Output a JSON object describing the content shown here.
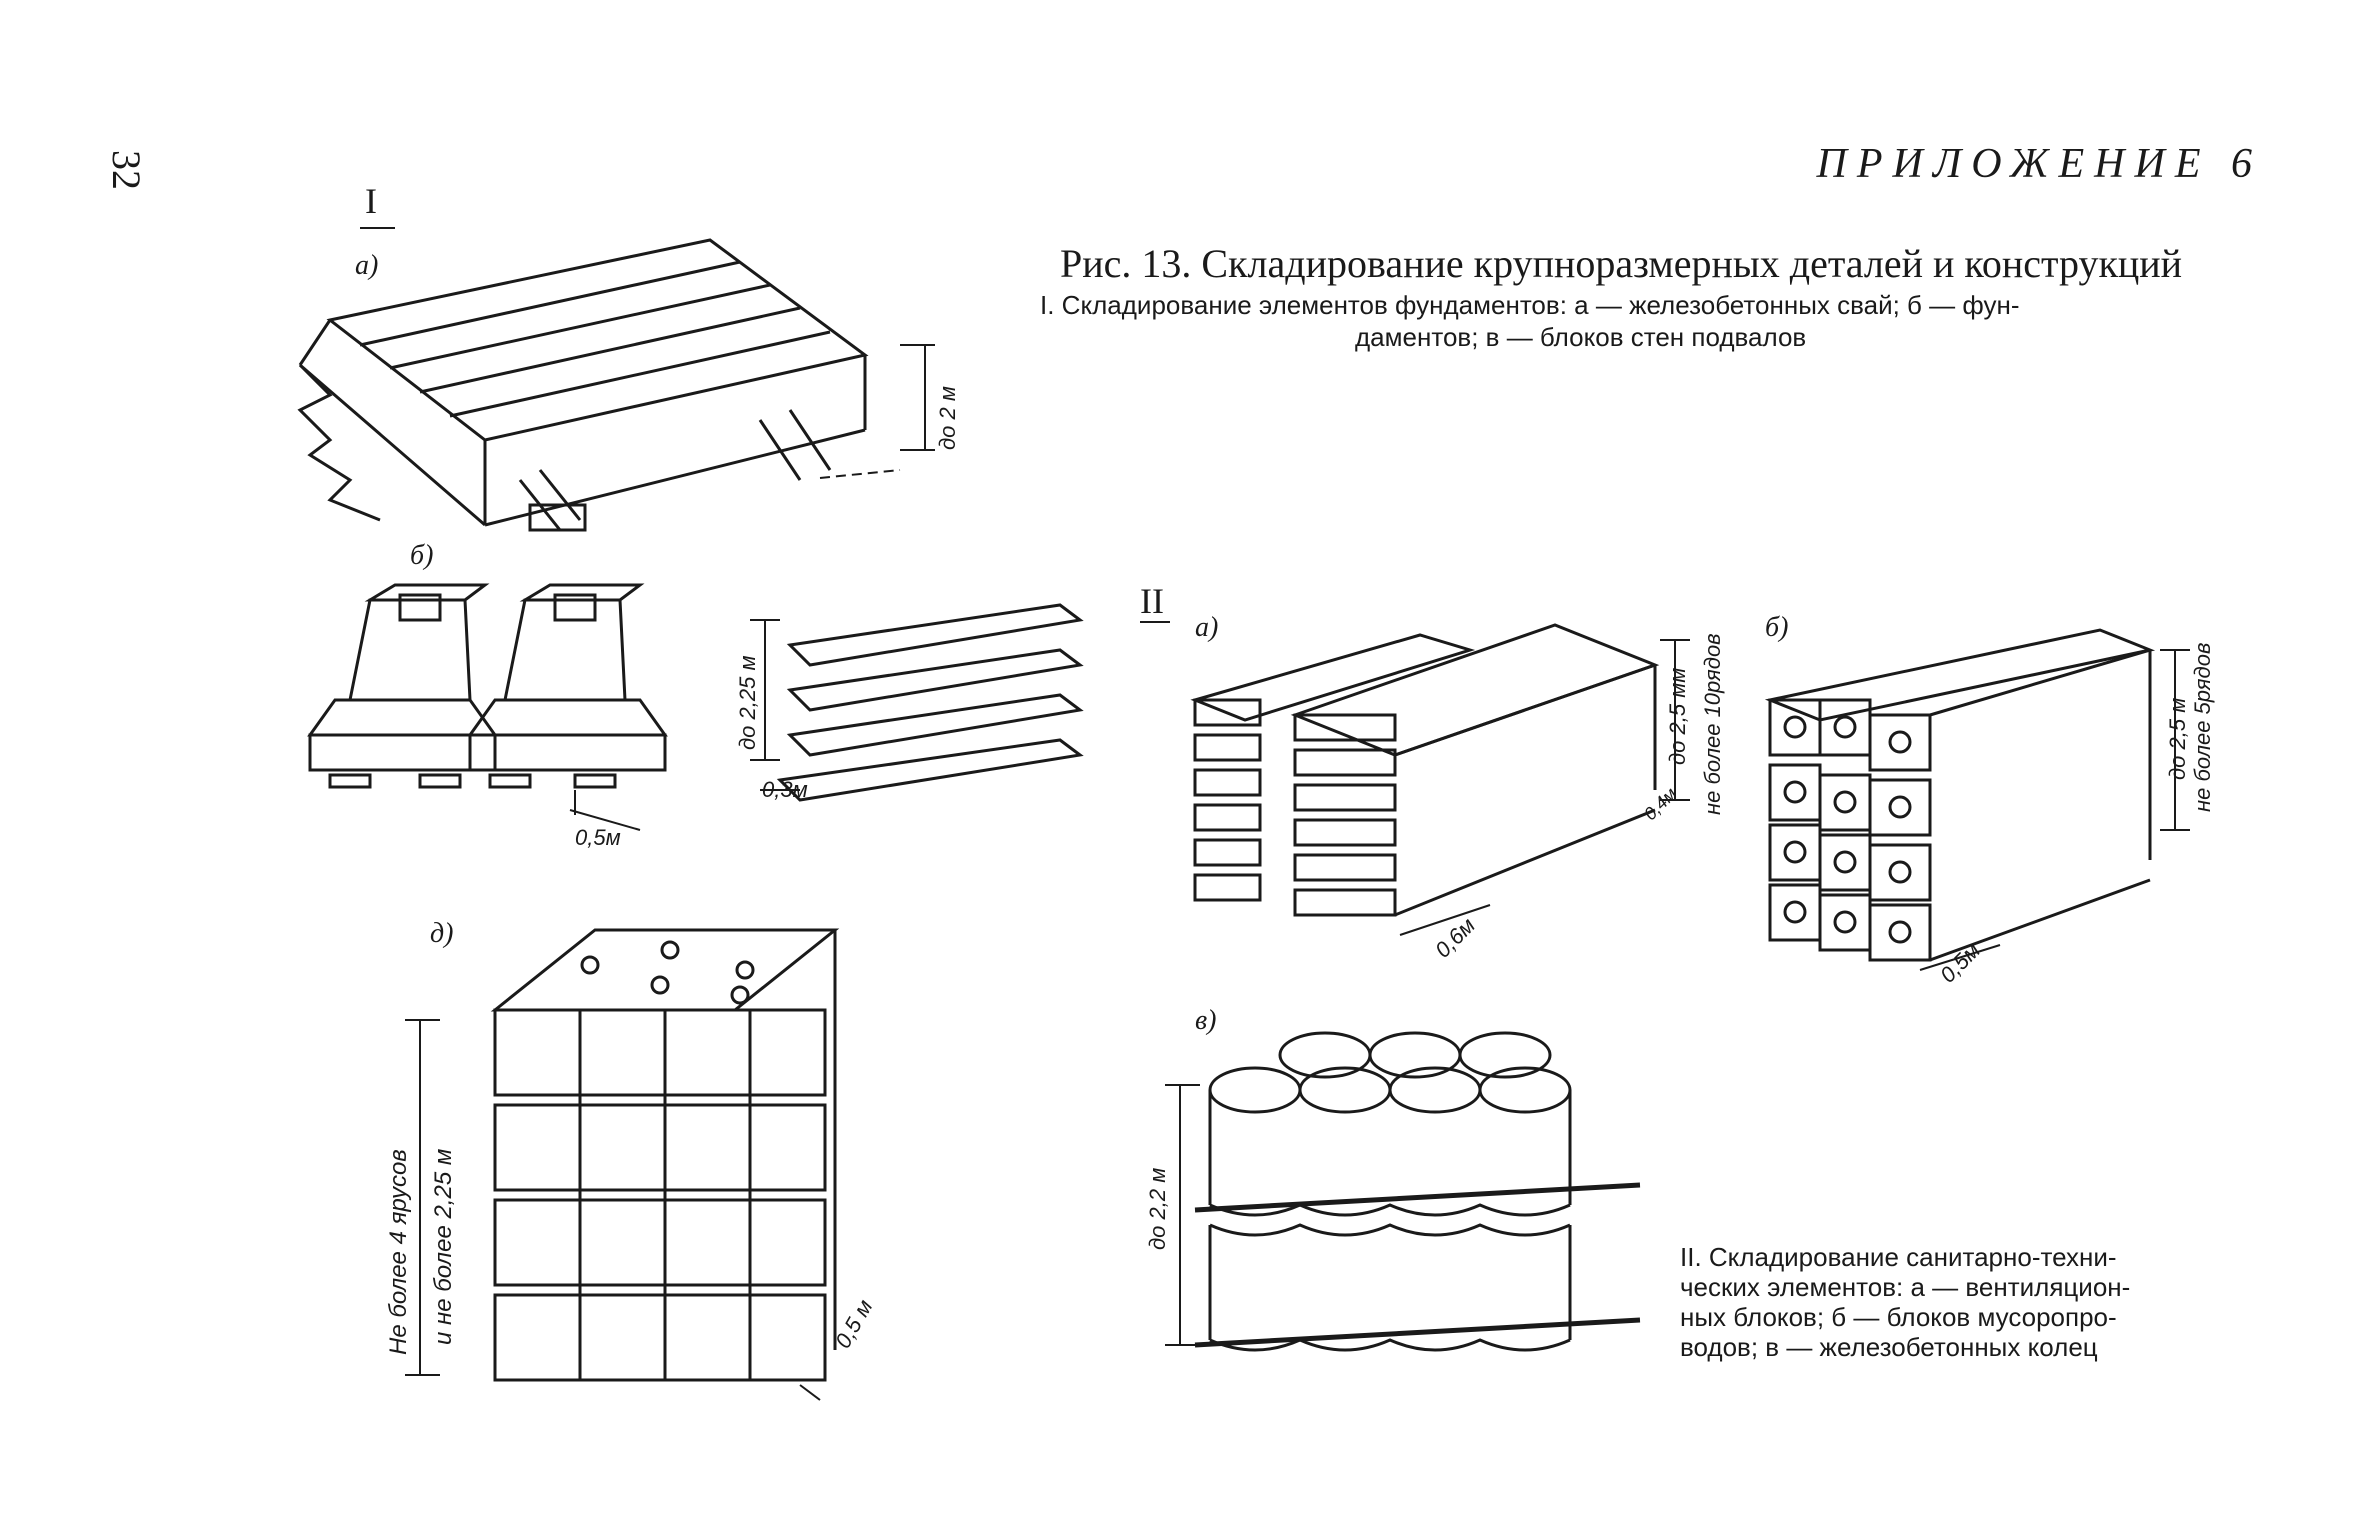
{
  "page": {
    "number": "32",
    "appendix": "ПРИЛОЖЕНИЕ 6",
    "figure_title": "Рис. 13. Складирование крупноразмерных деталей и конструкций",
    "caption_section1_line1": "I. Складирование элементов фундаментов: а — железобетонных свай; б — фун-",
    "caption_section1_line2": "даментов; в — блоков стен подвалов",
    "caption_section2_line1": "II. Складирование санитарно-техни-",
    "caption_section2_line2": "ческих элементов: а — вентиляцион-",
    "caption_section2_line3": "ных блоков; б — блоков мусоропро-",
    "caption_section2_line4": "водов; в — железобетонных колец"
  },
  "figure": {
    "section1_marker": "I",
    "section2_marker": "II",
    "piles": {
      "label": "а)",
      "dim_height": "до 2 м"
    },
    "foundations": {
      "label": "б)",
      "dim_spacing": "0,5м"
    },
    "slabs": {
      "dim_height": "до 2,25 м",
      "dim_spacing": "0,3м"
    },
    "wall_blocks": {
      "label": "д)",
      "dim_tiers": "Не более 4 ярусов",
      "dim_height": "и не более 2,25 м",
      "dim_spacing": "0,5 м"
    },
    "vent_blocks": {
      "label": "а)",
      "dim_height": "до 2,5 мм",
      "dim_rows": "не более 10рядов",
      "dim_spacing": "0,6м",
      "dim_small": "0,4м"
    },
    "chute_blocks": {
      "label": "б)",
      "dim_height": "до 2,5 м",
      "dim_rows": "не более 5рядов",
      "dim_spacing": "0,5м"
    },
    "rings": {
      "label": "в)",
      "dim_height": "до 2,2 м"
    }
  }
}
